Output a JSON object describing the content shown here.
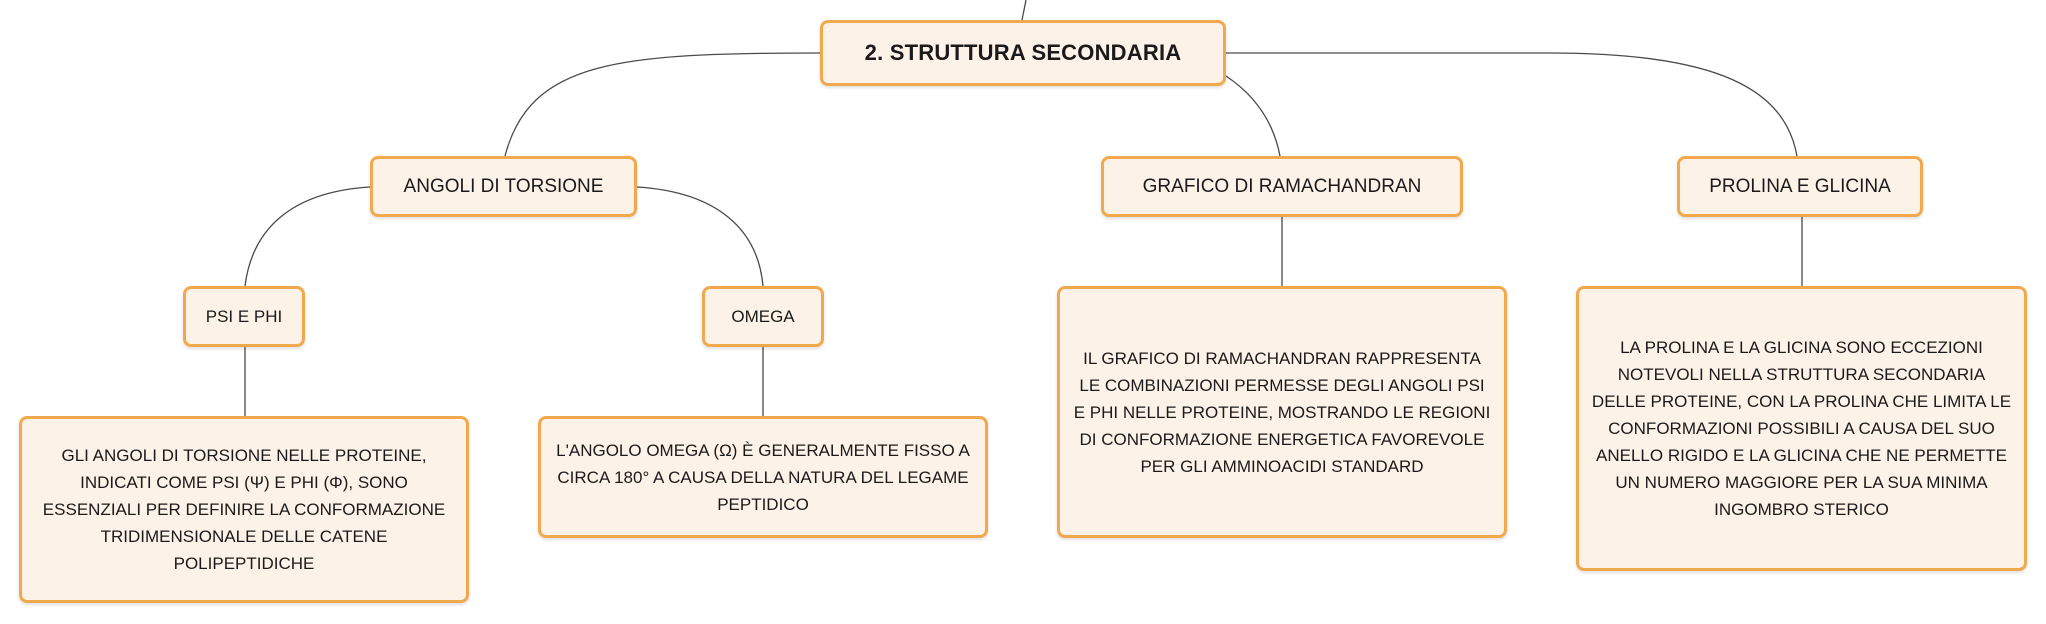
{
  "diagram": {
    "root": {
      "label": "2. STRUTTURA SECONDARIA"
    },
    "topics": [
      {
        "label": "ANGOLI DI TORSIONE"
      },
      {
        "label": "GRAFICO DI RAMACHANDRAN"
      },
      {
        "label": "PROLINA E GLICINA"
      }
    ],
    "subtopics": [
      {
        "label": "PSI E PHI"
      },
      {
        "label": "OMEGA"
      }
    ],
    "notes": [
      {
        "text": "GLI ANGOLI DI TORSIONE NELLE PROTEINE, INDICATI COME PSI (Ψ) E PHI (Φ), SONO ESSENZIALI PER DEFINIRE LA CONFORMAZIONE TRIDIMENSIONALE DELLE CATENE POLIPEPTIDICHE"
      },
      {
        "text": "L'ANGOLO OMEGA (Ω) È GENERALMENTE FISSO A CIRCA 180° A CAUSA DELLA NATURA DEL LEGAME PEPTIDICO"
      },
      {
        "text": "IL GRAFICO DI RAMACHANDRAN RAPPRESENTA LE COMBINAZIONI PERMESSE DEGLI ANGOLI PSI E PHI NELLE PROTEINE, MOSTRANDO LE REGIONI DI CONFORMAZIONE ENERGETICA FAVOREVOLE PER GLI AMMINOACIDI STANDARD"
      },
      {
        "text": "LA PROLINA E LA GLICINA SONO ECCEZIONI NOTEVOLI NELLA STRUTTURA SECONDARIA DELLE PROTEINE, CON LA PROLINA CHE LIMITA LE CONFORMAZIONI POSSIBILI A CAUSA DEL SUO ANELLO RIGIDO E LA GLICINA CHE NE PERMETTE UN NUMERO MAGGIORE PER LA SUA MINIMA INGOMBRO STERICO"
      }
    ],
    "colors": {
      "node_border": "#f2a94e",
      "node_fill": "#fdf2e7",
      "connector": "#4a4a4a"
    }
  }
}
